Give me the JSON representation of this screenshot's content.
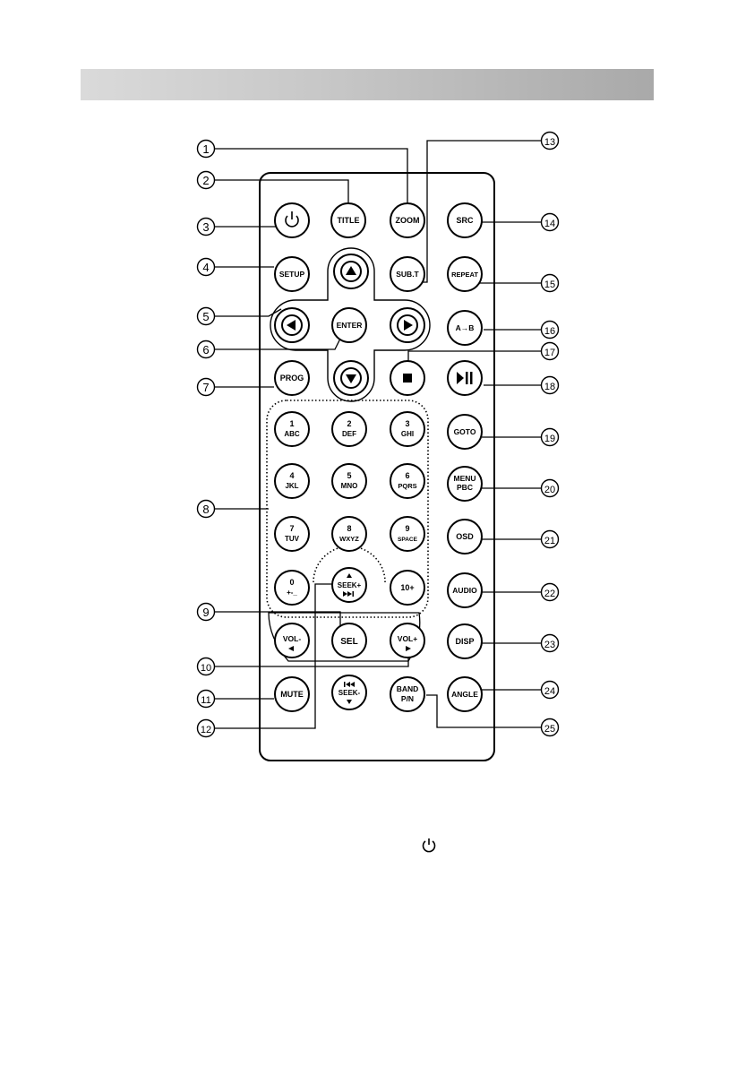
{
  "colors": {
    "header_bar": "#b8b8b8",
    "ink": "#000000",
    "paper": "#ffffff"
  },
  "callouts": [
    "1",
    "2",
    "3",
    "4",
    "5",
    "6",
    "7",
    "8",
    "9",
    "10",
    "11",
    "12",
    "13",
    "14",
    "15",
    "16",
    "17",
    "18",
    "19",
    "20",
    "21",
    "22",
    "23",
    "24",
    "25"
  ],
  "buttons": {
    "power": {
      "icon": "power-icon"
    },
    "title": "TITLE",
    "zoom": "ZOOM",
    "src": "SRC",
    "setup": "SETUP",
    "up": {
      "icon": "arrow-up-icon"
    },
    "subt": "SUB.T",
    "repeat": "REPEAT",
    "left": {
      "icon": "arrow-left-icon"
    },
    "enter": "ENTER",
    "right": {
      "icon": "arrow-right-icon"
    },
    "ab": "A→B",
    "prog": "PROG",
    "down": {
      "icon": "arrow-down-icon"
    },
    "stop": {
      "icon": "stop-icon"
    },
    "playpause": {
      "icon": "play-pause-icon"
    },
    "n1": {
      "digit": "1",
      "letters": "ABC"
    },
    "n2": {
      "digit": "2",
      "letters": "DEF"
    },
    "n3": {
      "digit": "3",
      "letters": "GHI"
    },
    "goto": "GOTO",
    "n4": {
      "digit": "4",
      "letters": "JKL"
    },
    "n5": {
      "digit": "5",
      "letters": "MNO"
    },
    "n6": {
      "digit": "6",
      "letters": "PQRS"
    },
    "menu": {
      "line1": "MENU",
      "line2": "PBC"
    },
    "n7": {
      "digit": "7",
      "letters": "TUV"
    },
    "n8": {
      "digit": "8",
      "letters": "WXYZ"
    },
    "n9": {
      "digit": "9",
      "letters": "SPACE"
    },
    "osd": "OSD",
    "n0": {
      "digit": "0",
      "letters": "+-_"
    },
    "seekplus": {
      "label": "SEEK+"
    },
    "tenplus": "10+",
    "audio": "AUDIO",
    "volminus": "VOL-",
    "sel": "SEL",
    "volplus": "VOL+",
    "disp": "DISP",
    "mute": "MUTE",
    "seekminus": {
      "label": "SEEK-"
    },
    "band": {
      "line1": "BAND",
      "line2": "P/N"
    },
    "angle": "ANGLE"
  },
  "footer": {
    "icon": "power-icon"
  }
}
